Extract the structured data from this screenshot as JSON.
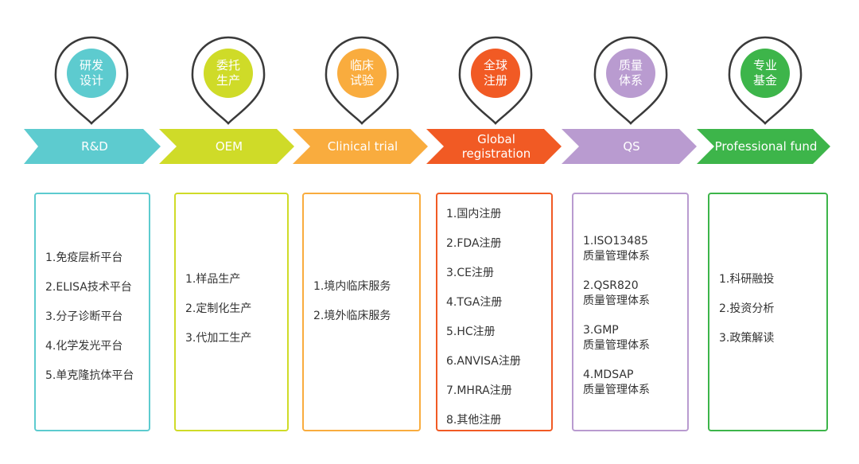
{
  "stages": [
    {
      "key": "rd",
      "color": "#5dcbcf",
      "pin_label": "研发\n设计",
      "arrow_label": "R&D",
      "items": [
        "1.免疫层析平台",
        "2.ELISA技术平台",
        "3.分子诊断平台",
        "4.化学发光平台",
        "5.单克隆抗体平台"
      ]
    },
    {
      "key": "oem",
      "color": "#cfdb28",
      "pin_label": "委托\n生产",
      "arrow_label": "OEM",
      "items": [
        "1.样品生产",
        "2.定制化生产",
        "3.代加工生产"
      ]
    },
    {
      "key": "clinical",
      "color": "#f9ac3e",
      "pin_label": "临床\n试验",
      "arrow_label": "Clinical trial",
      "items": [
        "1.境内临床服务",
        "2.境外临床服务"
      ]
    },
    {
      "key": "global",
      "color": "#f15a24",
      "pin_label": "全球\n注册",
      "arrow_label": "Global\nregistration",
      "items": [
        "1.国内注册",
        "2.FDA注册",
        "3.CE注册",
        "4.TGA注册",
        "5.HC注册",
        "6.ANVISA注册",
        "7.MHRA注册",
        "8.其他注册"
      ]
    },
    {
      "key": "qs",
      "color": "#b99bd0",
      "pin_label": "质量\n体系",
      "arrow_label": "QS",
      "items": [
        "1.ISO13485\n质量管理体系",
        "2.QSR820\n质量管理体系",
        "3.GMP\n质量管理体系",
        "4.MDSAP\n质量管理体系"
      ]
    },
    {
      "key": "fund",
      "color": "#3db54a",
      "pin_label": "专业\n基金",
      "arrow_label": "Professional fund",
      "items": [
        "1.科研融投",
        "2.投资分析",
        "3.政策解读"
      ]
    }
  ]
}
